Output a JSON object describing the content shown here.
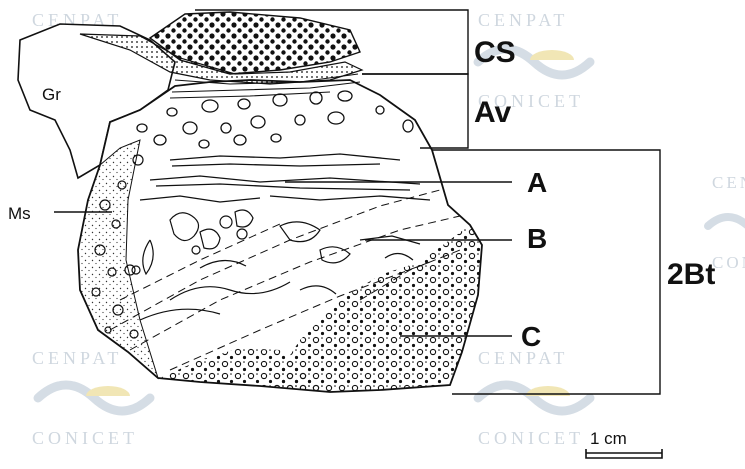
{
  "labels": {
    "gr": "Gr",
    "ms": "Ms",
    "cs": "CS",
    "av": "Av",
    "a": "A",
    "b": "B",
    "c": "C",
    "bt": "2Bt",
    "scale": "1 cm"
  },
  "watermark": {
    "top": "CENPAT",
    "bottom": "CONICET"
  },
  "colors": {
    "ink": "#111111",
    "watermark": "#cfd7df",
    "watermark_sun": "#f1e6b5"
  }
}
